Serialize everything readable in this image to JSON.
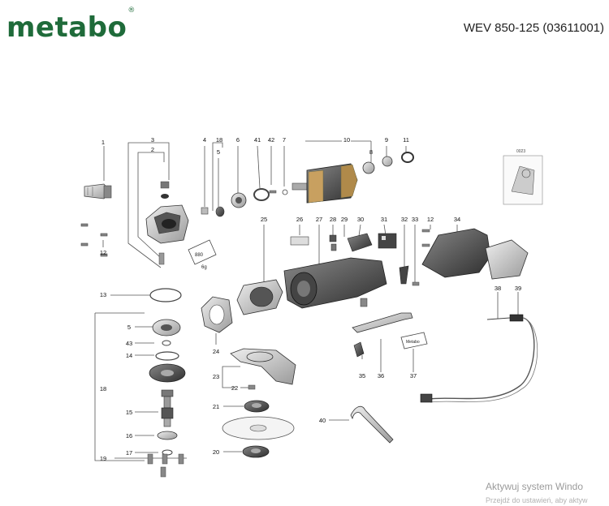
{
  "header": {
    "brand": "metabo",
    "model": "WEV 850-125 (03611001)"
  },
  "colors": {
    "brand_green": "#1f6b3a",
    "line": "#555555",
    "part_dark": "#333333"
  },
  "callouts": {
    "p1": "1",
    "p2": "2",
    "p3": "3",
    "p4": "4",
    "p5a": "5",
    "p18a": "18",
    "p6": "6",
    "p41": "41",
    "p42": "42",
    "p7": "7",
    "p10": "10",
    "p8": "8",
    "p9": "9",
    "p11": "11",
    "p25": "25",
    "p26": "26",
    "p27": "27",
    "p28": "28",
    "p29": "29",
    "p30": "30",
    "p31": "31",
    "p32": "32",
    "p33": "33",
    "p12a": "12",
    "p34": "34",
    "p12b": "12",
    "p13": "13",
    "p5b": "5",
    "p43": "43",
    "p14": "14",
    "p18b": "18",
    "p15": "15",
    "p16": "16",
    "p17": "17",
    "p19": "19",
    "p24": "24",
    "p23": "23",
    "p22": "22",
    "p21": "21",
    "p20": "20",
    "p35": "35",
    "p36": "36",
    "p37": "37",
    "p38": "38",
    "p39": "39",
    "p40": "40"
  },
  "labels": {
    "plate_880": "880",
    "plate_6g": "6g",
    "badge_metabo": "Metabo",
    "inset_code": "0023"
  },
  "watermark": {
    "line1": "Aktywuj system Windo",
    "line2": "Przejdź do ustawień, aby aktyw"
  }
}
